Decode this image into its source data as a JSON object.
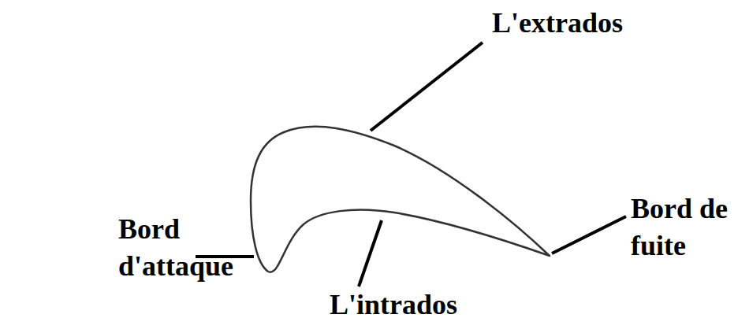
{
  "diagram": {
    "labels": [
      "L'extrados",
      "Bord d'attaque",
      "L'intrados",
      "Bord de fuite"
    ]
  }
}
